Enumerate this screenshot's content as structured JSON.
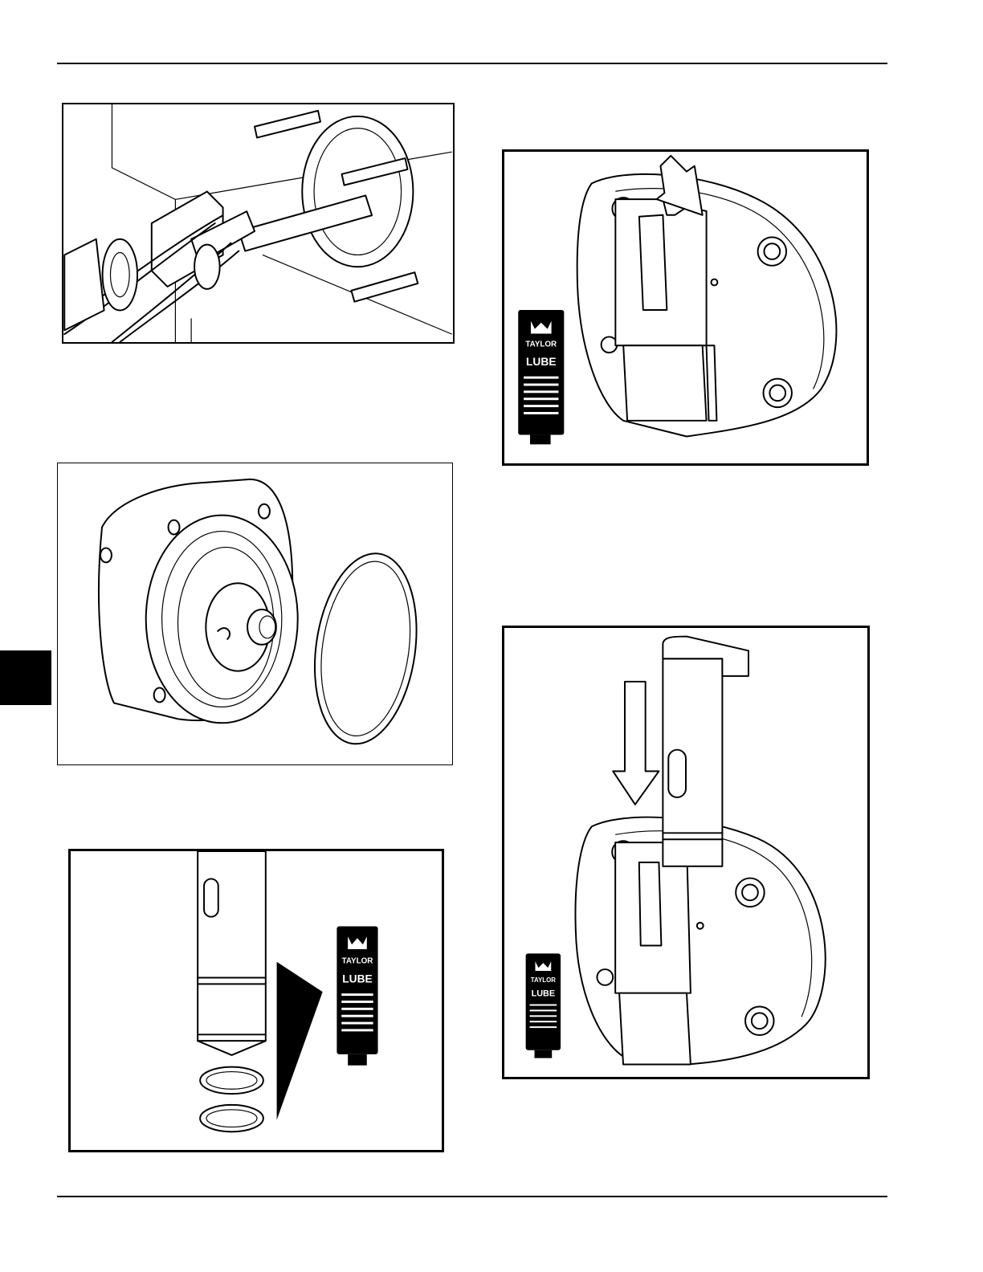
{
  "page": {
    "side_tab": "section-tab"
  },
  "figures": [
    {
      "id": "fig-1",
      "subject": "drive-shaft-assembly"
    },
    {
      "id": "fig-2",
      "subject": "pump-housing-and-o-ring"
    },
    {
      "id": "fig-3",
      "subject": "shaft-o-rings-with-lube"
    },
    {
      "id": "fig-4",
      "subject": "valve-body-with-lube"
    },
    {
      "id": "fig-5",
      "subject": "insert-shaft-into-valve-body"
    }
  ],
  "lube_tube": {
    "brand": "TAYLOR",
    "product": "LUBE"
  }
}
